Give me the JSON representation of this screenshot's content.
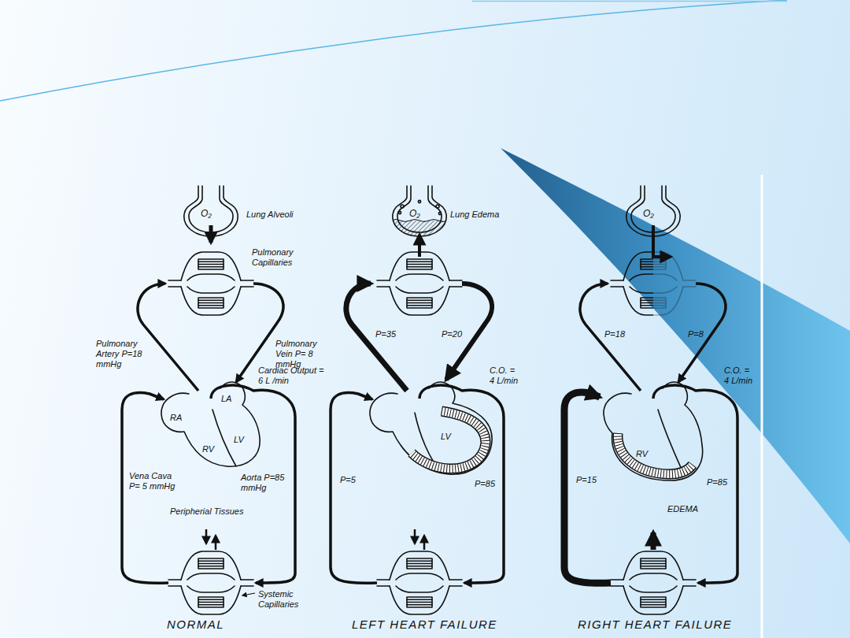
{
  "diagram": {
    "labels": [
      "O₂",
      "Lung Alveoli",
      "Pulmonary Capillaries",
      "Pulmonary Artery P=18 mmHg",
      "Pulmonary Vein P= 8 mmHg",
      "Cardiac Output = 6 L /min",
      "LA",
      "RA",
      "LV",
      "RV",
      "Vena Cava P= 5 mmHg",
      "Aorta P=85 mmHg",
      "Peripherial Tissues",
      "Systemic Capillaries",
      "NORMAL",
      "O₂",
      "Lung Edema",
      "P=35",
      "P=20",
      "C.O. = 4 L/min",
      "LV",
      "P=5",
      "P=85",
      "LEFT HEART FAILURE",
      "O₂",
      "P=18",
      "P=8",
      "C.O. = 4 L/min",
      "RV",
      "P=15",
      "P=85",
      "EDEMA",
      "RIGHT HEART FAILURE"
    ]
  }
}
